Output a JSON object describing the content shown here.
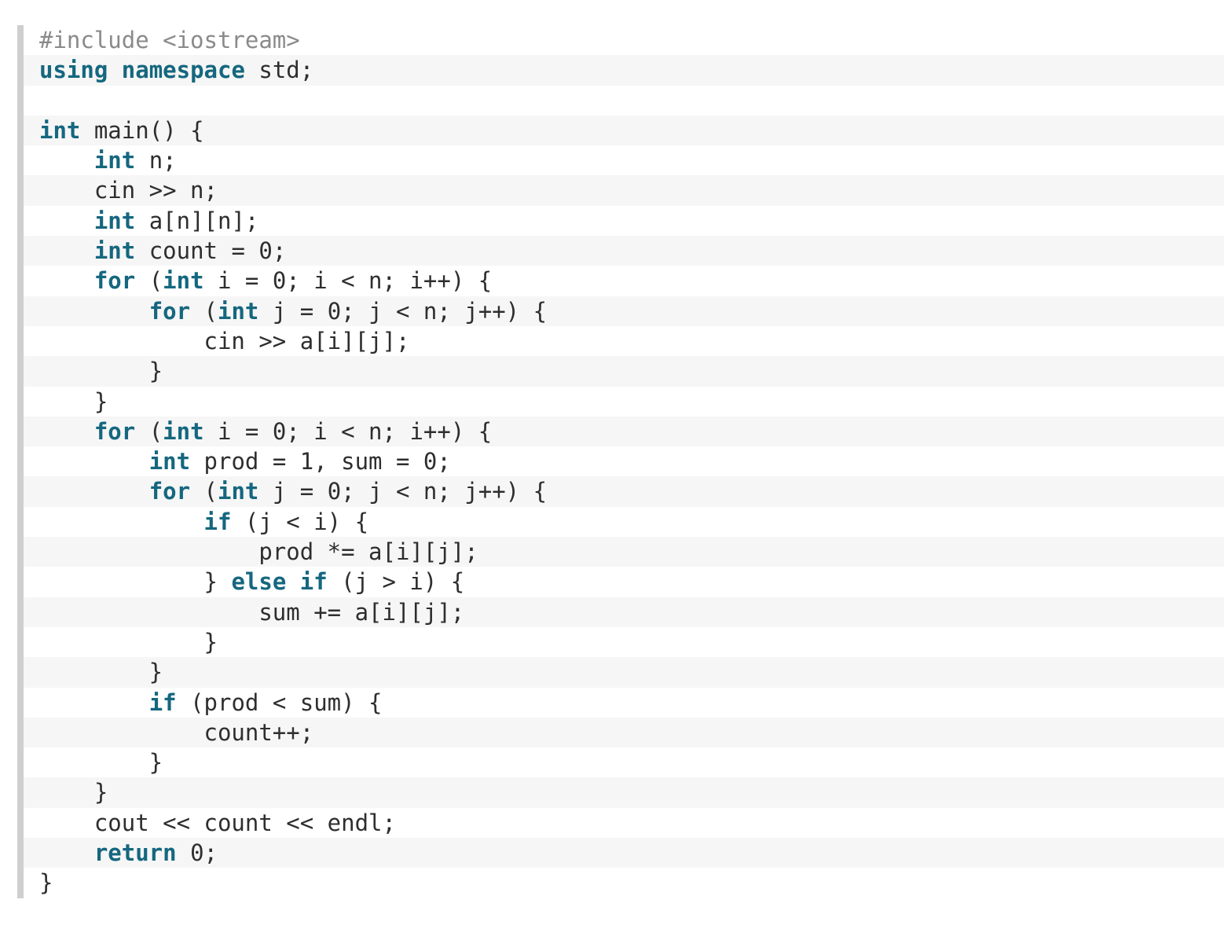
{
  "colors": {
    "keyword": "#15677f",
    "preprocessor": "#8a8a8a",
    "text": "#2e2e2e",
    "line_shade": "#f6f6f6",
    "gutter": "#cfcfcf"
  },
  "code": {
    "language": "cpp",
    "lines": [
      [
        {
          "t": "pp",
          "v": "#include <iostream>"
        }
      ],
      [
        {
          "t": "kw",
          "v": "using"
        },
        {
          "t": "txt",
          "v": " "
        },
        {
          "t": "kw",
          "v": "namespace"
        },
        {
          "t": "txt",
          "v": " std;"
        }
      ],
      [],
      [
        {
          "t": "kw",
          "v": "int"
        },
        {
          "t": "txt",
          "v": " main() {"
        }
      ],
      [
        {
          "t": "txt",
          "v": "    "
        },
        {
          "t": "kw",
          "v": "int"
        },
        {
          "t": "txt",
          "v": " n;"
        }
      ],
      [
        {
          "t": "txt",
          "v": "    cin >> n;"
        }
      ],
      [
        {
          "t": "txt",
          "v": "    "
        },
        {
          "t": "kw",
          "v": "int"
        },
        {
          "t": "txt",
          "v": " a[n][n];"
        }
      ],
      [
        {
          "t": "txt",
          "v": "    "
        },
        {
          "t": "kw",
          "v": "int"
        },
        {
          "t": "txt",
          "v": " count = 0;"
        }
      ],
      [
        {
          "t": "txt",
          "v": "    "
        },
        {
          "t": "kw",
          "v": "for"
        },
        {
          "t": "txt",
          "v": " ("
        },
        {
          "t": "kw",
          "v": "int"
        },
        {
          "t": "txt",
          "v": " i = 0; i < n; i++) {"
        }
      ],
      [
        {
          "t": "txt",
          "v": "        "
        },
        {
          "t": "kw",
          "v": "for"
        },
        {
          "t": "txt",
          "v": " ("
        },
        {
          "t": "kw",
          "v": "int"
        },
        {
          "t": "txt",
          "v": " j = 0; j < n; j++) {"
        }
      ],
      [
        {
          "t": "txt",
          "v": "            cin >> a[i][j];"
        }
      ],
      [
        {
          "t": "txt",
          "v": "        }"
        }
      ],
      [
        {
          "t": "txt",
          "v": "    }"
        }
      ],
      [
        {
          "t": "txt",
          "v": "    "
        },
        {
          "t": "kw",
          "v": "for"
        },
        {
          "t": "txt",
          "v": " ("
        },
        {
          "t": "kw",
          "v": "int"
        },
        {
          "t": "txt",
          "v": " i = 0; i < n; i++) {"
        }
      ],
      [
        {
          "t": "txt",
          "v": "        "
        },
        {
          "t": "kw",
          "v": "int"
        },
        {
          "t": "txt",
          "v": " prod = 1, sum = 0;"
        }
      ],
      [
        {
          "t": "txt",
          "v": "        "
        },
        {
          "t": "kw",
          "v": "for"
        },
        {
          "t": "txt",
          "v": " ("
        },
        {
          "t": "kw",
          "v": "int"
        },
        {
          "t": "txt",
          "v": " j = 0; j < n; j++) {"
        }
      ],
      [
        {
          "t": "txt",
          "v": "            "
        },
        {
          "t": "kw",
          "v": "if"
        },
        {
          "t": "txt",
          "v": " (j < i) {"
        }
      ],
      [
        {
          "t": "txt",
          "v": "                prod *= a[i][j];"
        }
      ],
      [
        {
          "t": "txt",
          "v": "            } "
        },
        {
          "t": "kw",
          "v": "else"
        },
        {
          "t": "txt",
          "v": " "
        },
        {
          "t": "kw",
          "v": "if"
        },
        {
          "t": "txt",
          "v": " (j > i) {"
        }
      ],
      [
        {
          "t": "txt",
          "v": "                sum += a[i][j];"
        }
      ],
      [
        {
          "t": "txt",
          "v": "            }"
        }
      ],
      [
        {
          "t": "txt",
          "v": "        }"
        }
      ],
      [
        {
          "t": "txt",
          "v": "        "
        },
        {
          "t": "kw",
          "v": "if"
        },
        {
          "t": "txt",
          "v": " (prod < sum) {"
        }
      ],
      [
        {
          "t": "txt",
          "v": "            count++;"
        }
      ],
      [
        {
          "t": "txt",
          "v": "        }"
        }
      ],
      [
        {
          "t": "txt",
          "v": "    }"
        }
      ],
      [
        {
          "t": "txt",
          "v": "    cout << count << endl;"
        }
      ],
      [
        {
          "t": "txt",
          "v": "    "
        },
        {
          "t": "kw",
          "v": "return"
        },
        {
          "t": "txt",
          "v": " 0;"
        }
      ],
      [
        {
          "t": "txt",
          "v": "}"
        }
      ]
    ]
  }
}
